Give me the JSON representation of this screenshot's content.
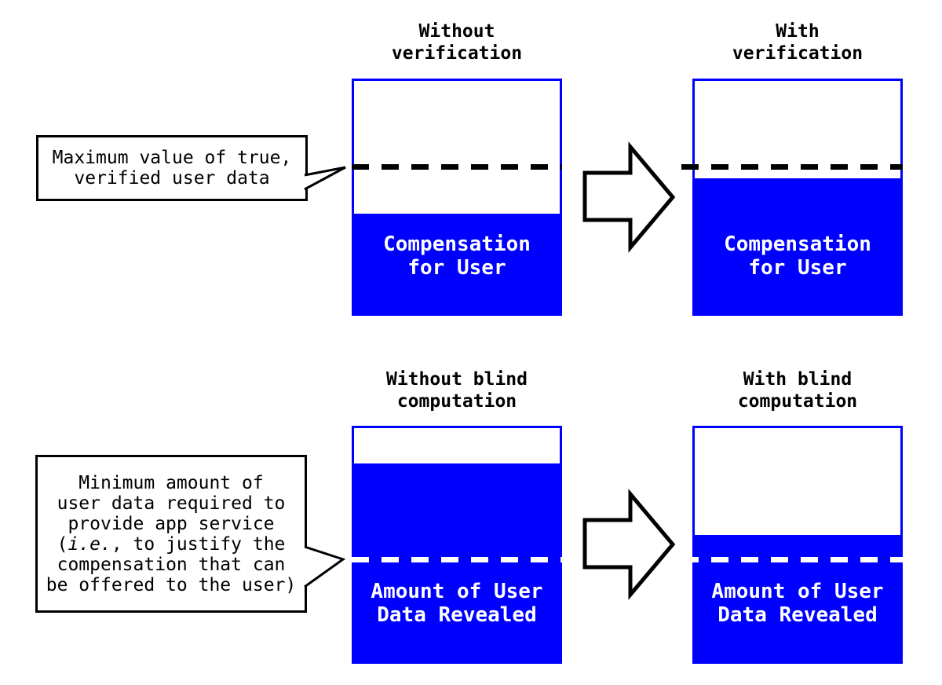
{
  "colors": {
    "accent_blue": "#0000ff",
    "line_black": "#000000",
    "dash_white": "#ffffff"
  },
  "row1": {
    "callout": {
      "line1": "Maximum value of true,",
      "line2": "verified user data"
    },
    "without": {
      "title": "Without\nverification",
      "fill_label": "Compensation\nfor User"
    },
    "with": {
      "title": "With\nverification",
      "fill_label": "Compensation\nfor User"
    }
  },
  "row2": {
    "callout": {
      "line1": "Minimum amount of",
      "line2": "user data required to",
      "line3": "provide app service",
      "line4_pre": "(",
      "line4_italic": "i.e.",
      "line4_post": ", to justify the",
      "line5": "compensation that can",
      "line6": "be offered to the user)"
    },
    "without": {
      "title": "Without blind\ncomputation",
      "fill_label": "Amount of User\nData Revealed"
    },
    "with": {
      "title": "With blind\ncomputation",
      "fill_label": "Amount of User\nData Revealed"
    }
  }
}
